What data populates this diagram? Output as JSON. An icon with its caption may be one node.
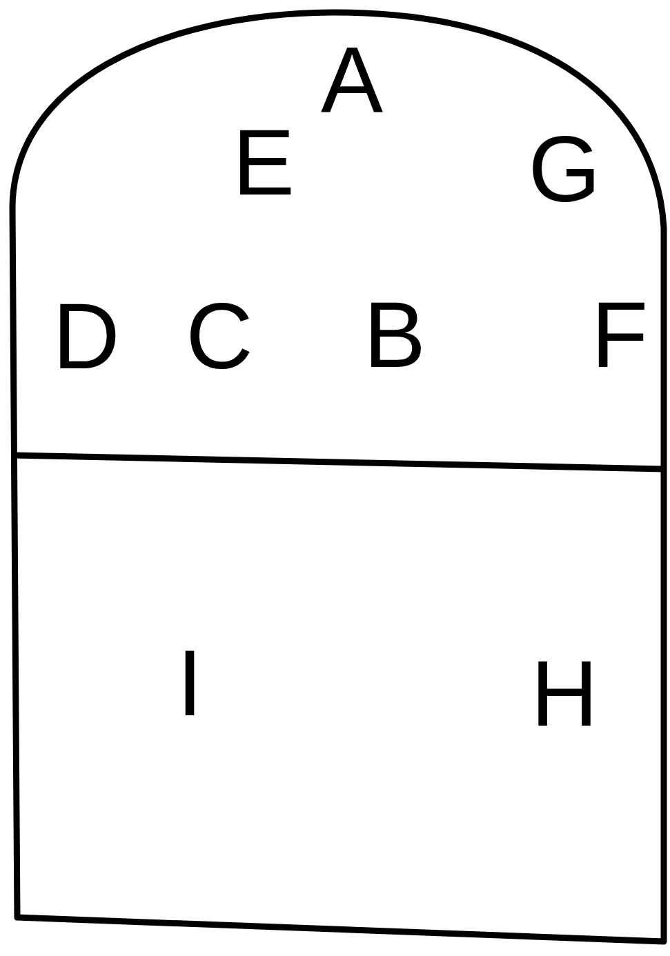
{
  "diagram": {
    "labels": [
      "A",
      "E",
      "G",
      "D",
      "C",
      "B",
      "F",
      "I",
      "H"
    ]
  }
}
